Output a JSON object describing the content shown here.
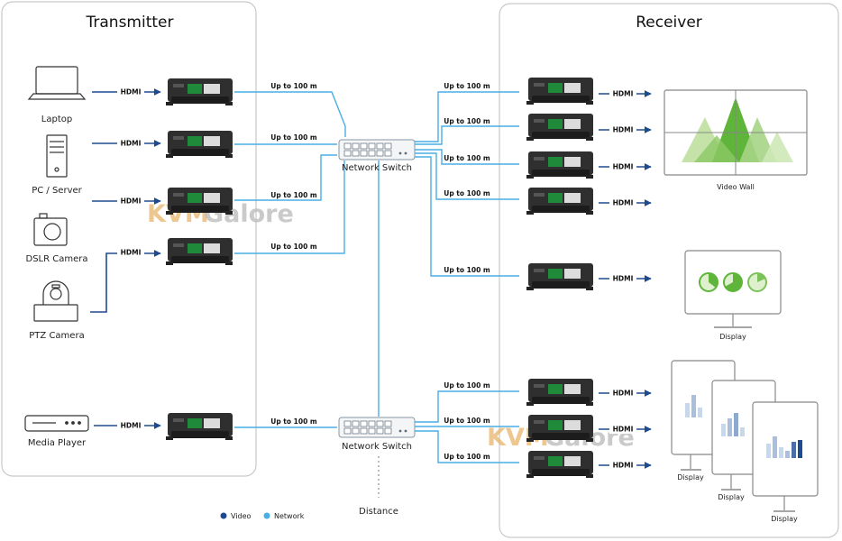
{
  "panels": {
    "transmitter_title": "Transmitter",
    "receiver_title": "Receiver"
  },
  "sources": [
    {
      "label": "Laptop",
      "icon": "laptop-icon"
    },
    {
      "label": "PC / Server",
      "icon": "pc-tower-icon"
    },
    {
      "label": "DSLR Camera",
      "icon": "camera-icon"
    },
    {
      "label": "PTZ Camera",
      "icon": "ptz-camera-icon"
    },
    {
      "label": "Media Player",
      "icon": "media-player-icon"
    }
  ],
  "connection_labels": {
    "hdmi": "HDMI",
    "distance": "Up to 100 m"
  },
  "switches": {
    "label": "Network Switch"
  },
  "outputs": {
    "video_wall": "Video Wall",
    "display": "Display"
  },
  "distance_label": "Distance",
  "legend": {
    "video": "Video",
    "network": "Network",
    "video_color": "#1e4b8f",
    "network_color": "#4aaee3"
  },
  "watermark": "KVMGalore"
}
